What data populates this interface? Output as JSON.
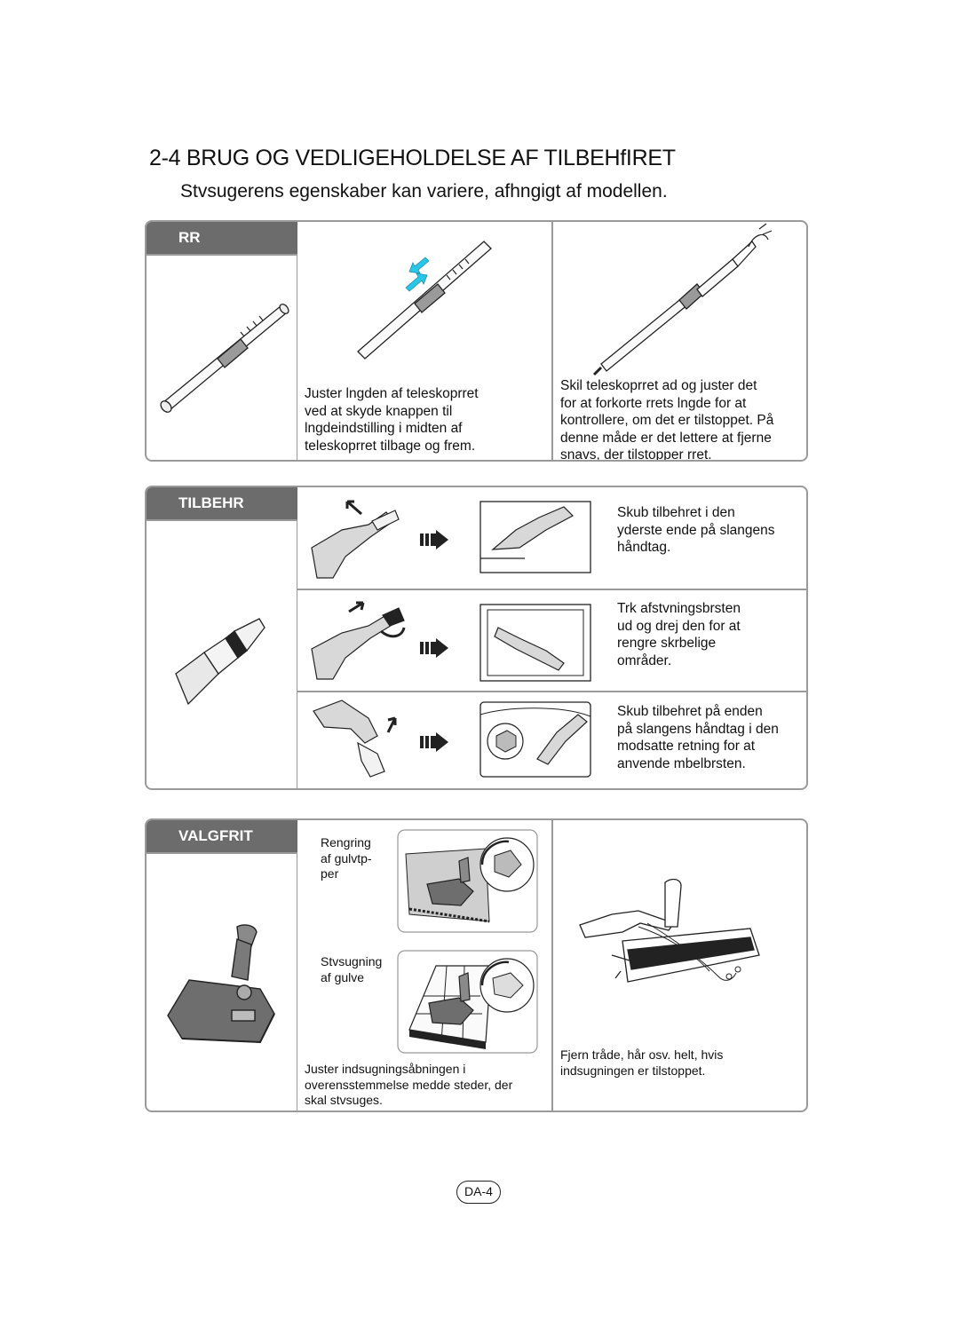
{
  "header": {
    "title": "2-4 BRUG OG VEDLIGEHOLDELSE AF TILBEHfIRET",
    "subtitle": "Stvsugerens egenskaber kan variere, afhngigt af modellen."
  },
  "section_rr": {
    "tab": "RR",
    "step1": [
      "Juster lngden af teleskoprret",
      "ved at skyde knappen til",
      "lngdeindstilling i midten af",
      "teleskoprret tilbage og frem."
    ],
    "step2": [
      "Skil teleskoprret ad og juster det",
      "for at forkorte rrets lngde for at",
      "kontrollere, om det er tilstoppet. På",
      "denne måde er det lettere at fjerne",
      "snavs, der tilstopper rret."
    ]
  },
  "section_tilbehor": {
    "tab": "TILBEHR",
    "row1": [
      "Skub tilbehret i den",
      "yderste ende på slangens",
      "håndtag."
    ],
    "row2": [
      "Trk afstvningsbrsten",
      "ud og drej den for at",
      "rengre skrbelige",
      "områder."
    ],
    "row3": [
      "Skub tilbehret på enden",
      "på slangens håndtag i den",
      "modsatte retning for at",
      "anvende mbelbrsten."
    ]
  },
  "section_valgfrit": {
    "tab": "VALGFRIT",
    "carpet_label": [
      "Rengring",
      "af gulvtp-",
      "per"
    ],
    "floor_label": [
      "Stvsugning",
      "af gulve"
    ],
    "adjust_text": [
      "Juster indsugningsåbningen i",
      "overensstemmelse medde steder, der",
      "skal stvsuges."
    ],
    "clean_text": [
      "Fjern tråde, hår osv. helt, hvis",
      "indsugningen er tilstoppet."
    ]
  },
  "footer": {
    "page_number": "DA-4"
  },
  "colors": {
    "tab_bg": "#6c6c6c",
    "border": "#9a9a9a",
    "accent_arrow": "#29c6e8"
  }
}
